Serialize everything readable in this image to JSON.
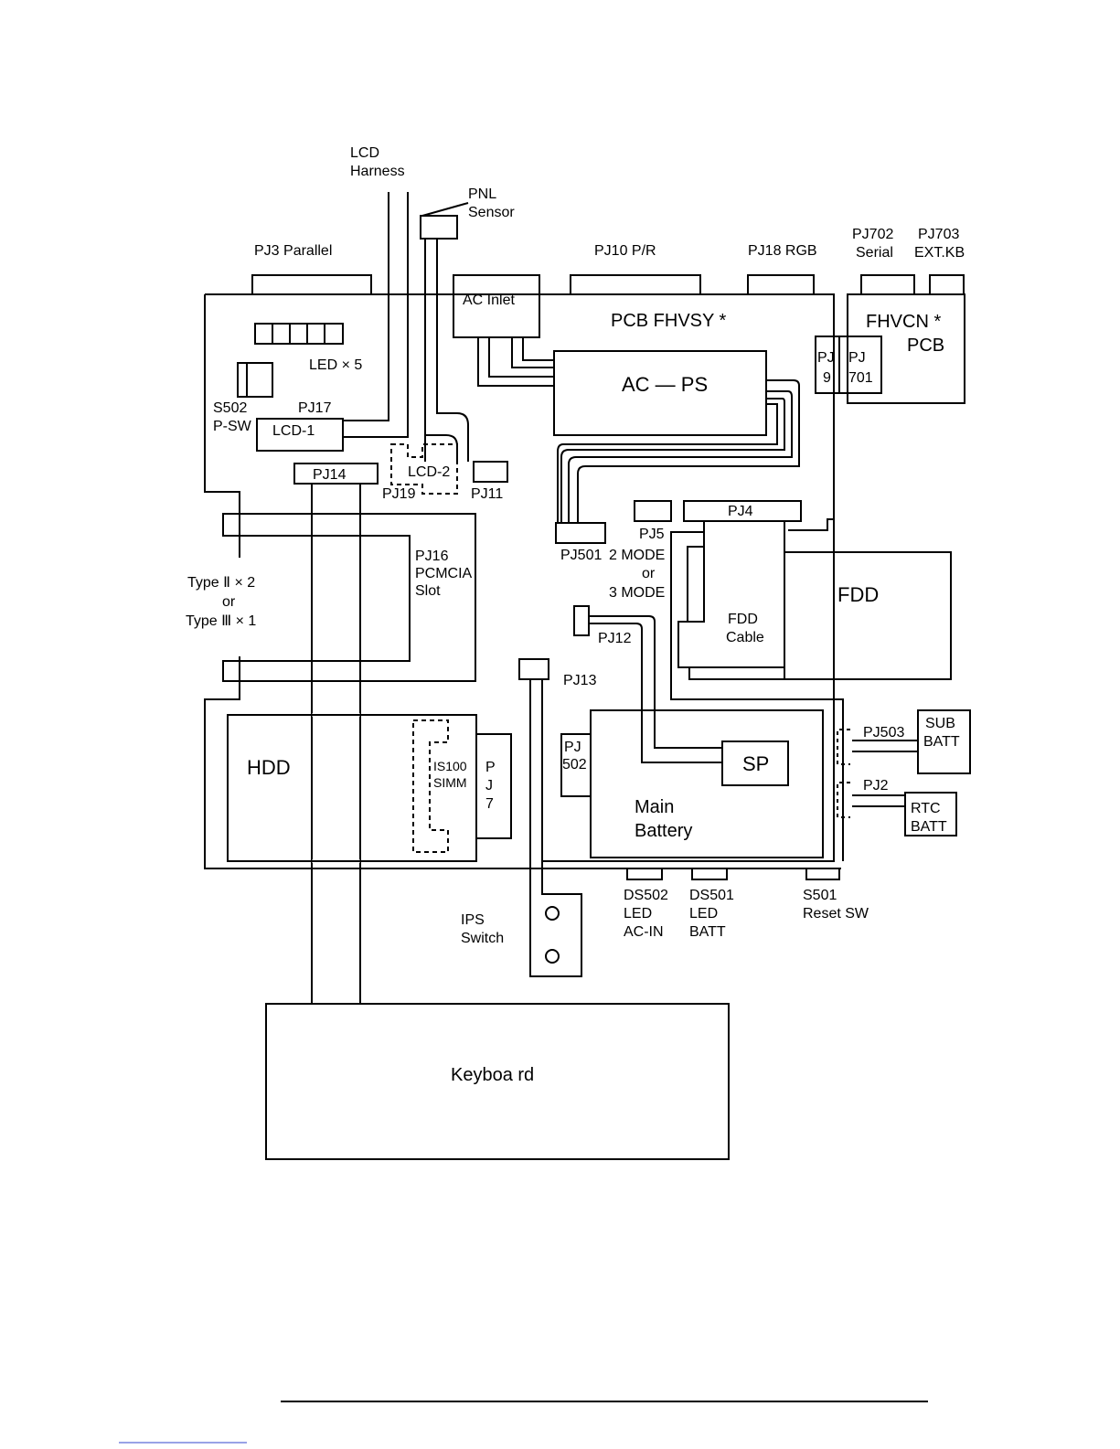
{
  "labels": {
    "lcd_harness_1": "LCD",
    "lcd_harness_2": "Harness",
    "pnl_sensor_1": "PNL",
    "pnl_sensor_2": "Sensor",
    "pj3": "PJ3 Parallel",
    "pj10": "PJ10 P/R",
    "pj18": "PJ18 RGB",
    "pj702_1": "PJ702",
    "pj702_2": "Serial",
    "pj703_1": "PJ703",
    "pj703_2": "EXT.KB",
    "ac_inlet": "AC Inlet",
    "pcb_fhvsy": "PCB FHVSY *",
    "fhvcn_1": "FHVCN *",
    "fhvcn_2": "PCB",
    "pj9_1": "PJ",
    "pj9_2": "9",
    "pj701_1": "PJ",
    "pj701_2": "701",
    "led5": "LED × 5",
    "ac_ps": "AC — PS",
    "s502_1": "S502",
    "s502_2": "P-SW",
    "pj17": "PJ17",
    "lcd1": "LCD-1",
    "lcd2": "LCD-2",
    "pj14": "PJ14",
    "pj19": "PJ19",
    "pj11": "PJ11",
    "pj4": "PJ4",
    "pj5": "PJ5",
    "pj501": "PJ501",
    "mode_1": "2 MODE",
    "mode_2": "or",
    "mode_3": "3 MODE",
    "pj16_1": "PJ16",
    "pj16_2": "PCMCIA",
    "pj16_3": "Slot",
    "type_1": "Type Ⅱ × 2",
    "type_2": "or",
    "type_3": "Type Ⅲ × 1",
    "fdd": "FDD",
    "fdd_cable_1": "FDD",
    "fdd_cable_2": "Cable",
    "pj12": "PJ12",
    "pj13": "PJ13",
    "hdd": "HDD",
    "is100_1": "IS100",
    "is100_2": "SIMM",
    "pj7_1": "P",
    "pj7_2": "J",
    "pj7_3": "7",
    "pj502_1": "PJ",
    "pj502_2": "502",
    "sp": "SP",
    "main_batt_1": "Main",
    "main_batt_2": "Battery",
    "pj503": "PJ503",
    "sub_batt_1": "SUB",
    "sub_batt_2": "BATT",
    "pj2": "PJ2",
    "rtc_batt_1": "RTC",
    "rtc_batt_2": "BATT",
    "ds502_1": "DS502",
    "ds502_2": "LED",
    "ds502_3": "AC-IN",
    "ds501_1": "DS501",
    "ds501_2": "LED",
    "ds501_3": "BATT",
    "s501_1": "S501",
    "s501_2": "Reset SW",
    "ips_1": "IPS",
    "ips_2": "Switch",
    "keyboard": "Keyboa rd"
  }
}
